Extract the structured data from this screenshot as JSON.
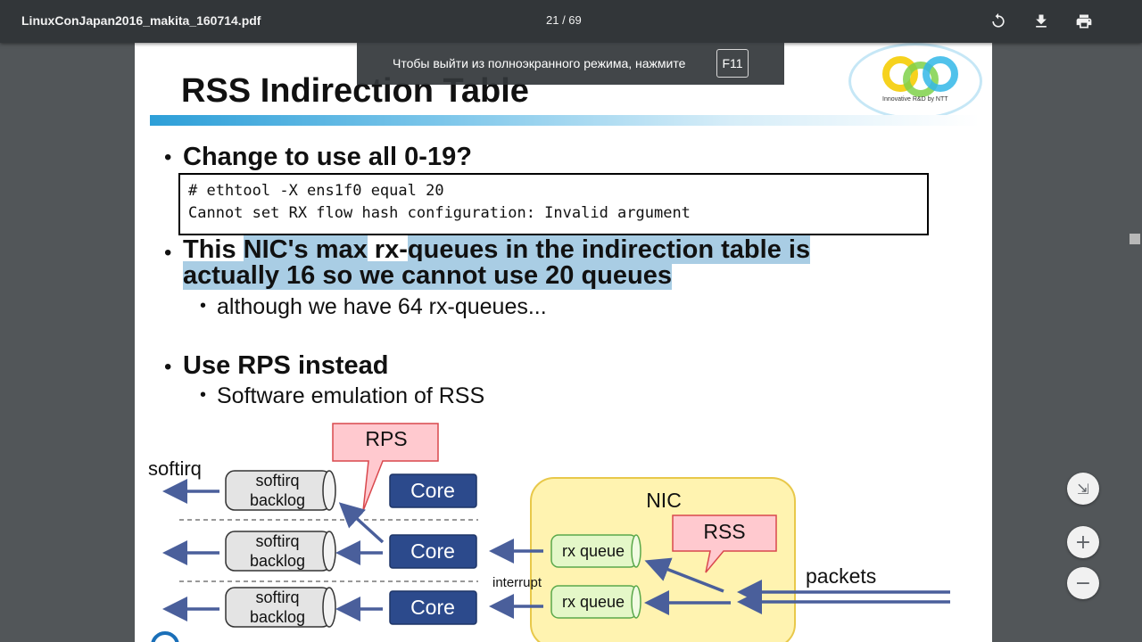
{
  "toolbar": {
    "title": "LinuxConJapan2016_makita_160714.pdf",
    "page_indicator": "21 / 69",
    "icons": [
      "rotate-icon",
      "download-icon",
      "print-icon"
    ]
  },
  "fullscreen_toast": {
    "message": "Чтобы выйти из полноэкранного режима, нажмите",
    "key": "F11"
  },
  "slide": {
    "title": "RSS Indirection Table",
    "logo_text": "Innovative R&D by NTT",
    "bullet1": "Change to use all 0-19?",
    "code_line1": "# ethtool -X ens1f0 equal 20",
    "code_line2": "Cannot set RX flow hash configuration: Invalid argument",
    "bullet2_a": "This ",
    "bullet2_b": "NIC's max",
    "bullet2_c": " rx-",
    "bullet2_d": "queues in the indirection table is",
    "bullet2_line2": "actually 16 so we cannot use 20 queues",
    "sub2": "although we have 64 rx-queues...",
    "bullet3": "Use RPS instead",
    "sub3": "Software emulation of RSS"
  },
  "diagram": {
    "rps_label": "RPS",
    "softirq_label": "softirq",
    "backlog_label_1": "softirq",
    "backlog_label_2": "backlog",
    "core_label": "Core",
    "nic_label": "NIC",
    "rss_label": "RSS",
    "rxq_label": "rx queue",
    "interrupt_label": "interrupt",
    "packets_label": "packets"
  },
  "colors": {
    "toolbar_bg": "#323639",
    "viewer_bg": "#525659",
    "core_blue": "#2c4a8c",
    "arrow_blue": "#4a5f9b",
    "highlight": "#a9cde4",
    "callout_pink": "#ffc9cf",
    "nic_yellow": "#fff3b0",
    "rxq_green": "#e4f7c8"
  }
}
